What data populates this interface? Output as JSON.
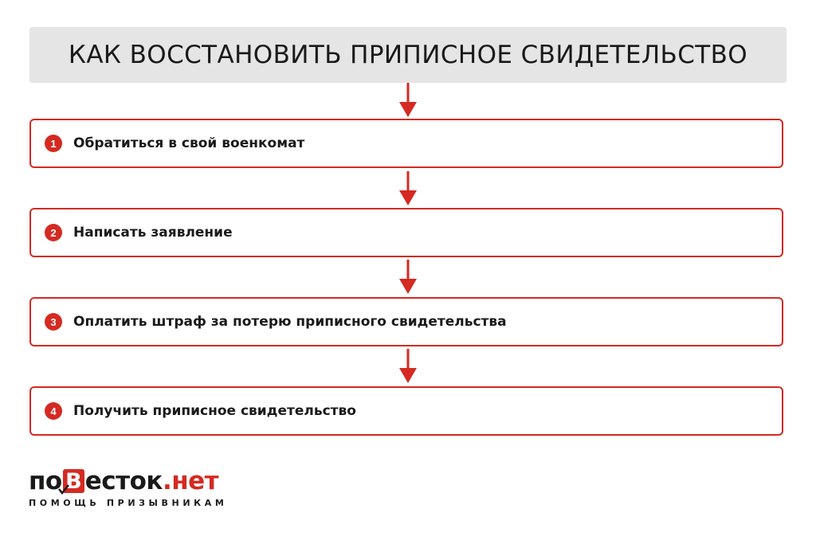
{
  "title": "КАК ВОССТАНОВИТЬ ПРИПИСНОЕ СВИДЕТЕЛЬСТВО",
  "steps": [
    {
      "number": "1",
      "label": "Обратиться в свой военкомат"
    },
    {
      "number": "2",
      "label": "Написать заявление"
    },
    {
      "number": "3",
      "label": "Оплатить штраф за потерю приписного свидетельства"
    },
    {
      "number": "4",
      "label": "Получить приписное свидетельство"
    }
  ],
  "logo": {
    "part1": "по",
    "mark": "В",
    "part2": "есток",
    "part3": ".нет",
    "tagline": "ПОМОЩЬ ПРИЗЫВНИКАМ"
  },
  "colors": {
    "accent": "#d42a22",
    "title_bg": "#e5e5e5",
    "text": "#1a1a1a"
  }
}
